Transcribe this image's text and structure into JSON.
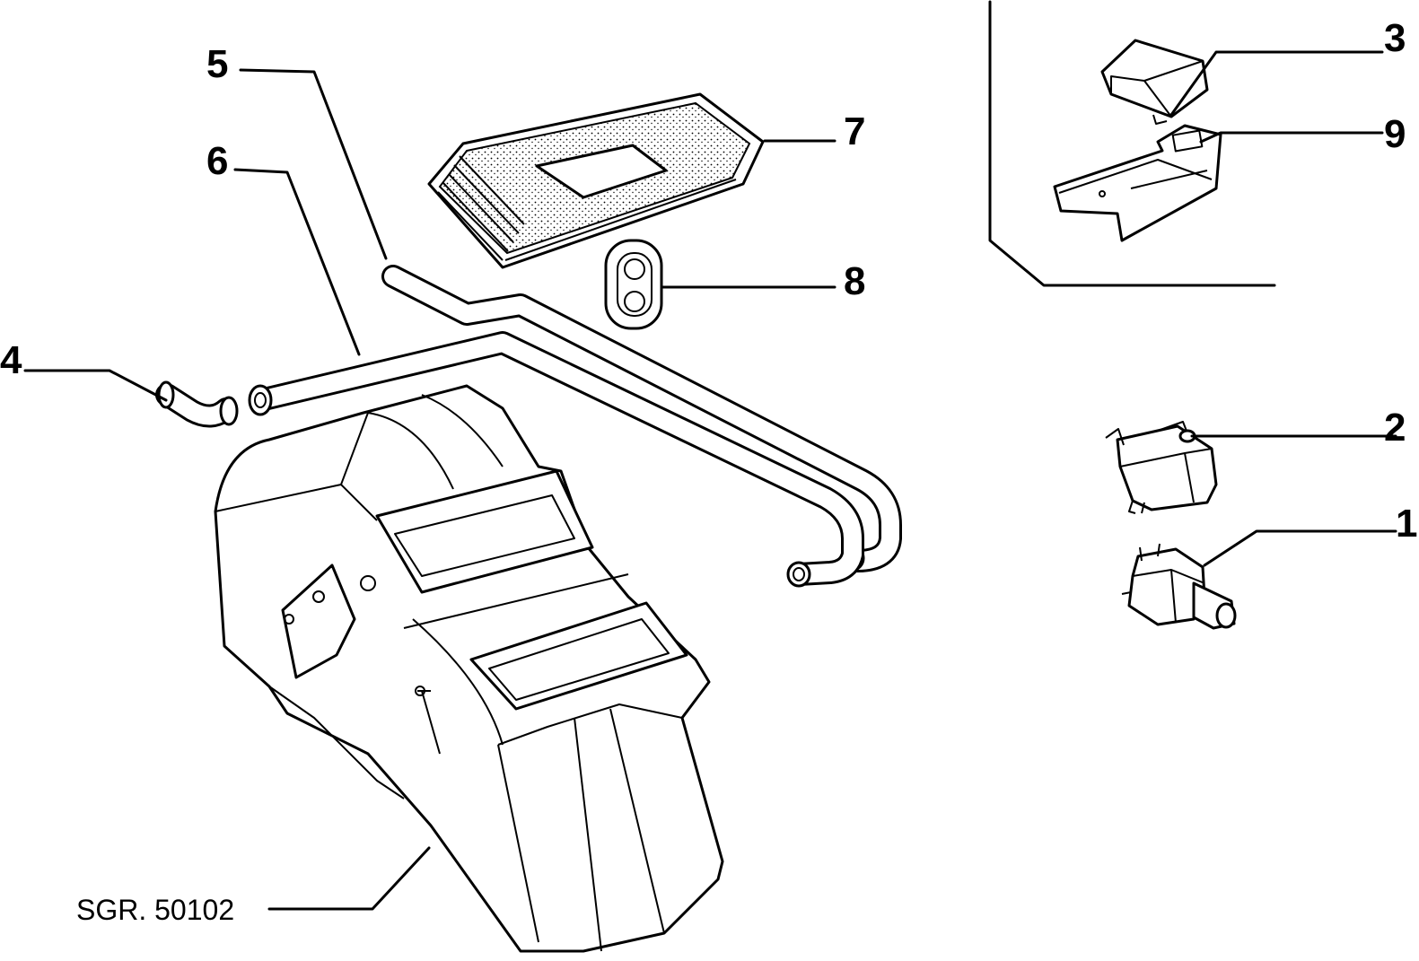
{
  "callouts": {
    "c1": "1",
    "c2": "2",
    "c3": "3",
    "c4": "4",
    "c5": "5",
    "c6": "6",
    "c7": "7",
    "c8": "8",
    "c9": "9"
  },
  "reference_code": "SGR. 50102",
  "colors": {
    "ink": "#000000",
    "paper": "#ffffff"
  }
}
